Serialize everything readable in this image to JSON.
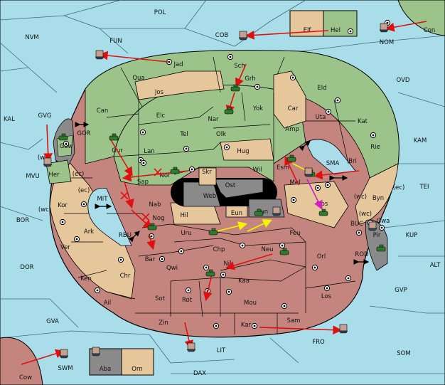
{
  "colors": {
    "sea": "#a8dde9",
    "green": "#9cc48a",
    "tan": "#e6c79c",
    "red": "#c4857e",
    "grey": "#8a8a8a",
    "arrow": "#e11010",
    "yellow_arrow": "#f4f400",
    "magenta_arrow": "#d020c0",
    "unit_green": "#2f7a2f"
  },
  "sea_labels": [
    "POL",
    "NVM",
    "FUN",
    "COB",
    "NOM",
    "Con",
    "OVD",
    "KAL",
    "GVG",
    "KAM",
    "GOR",
    "MVU",
    "SMA",
    "TEI",
    "MIT",
    "BOR",
    "RBU",
    "BUC",
    "KUP",
    "DOR",
    "ROD",
    "ALT",
    "GVP",
    "GVA",
    "FRO",
    "LIT",
    "SOM",
    "SWM",
    "DAX",
    "Cow"
  ],
  "land_labels": {
    "green": [
      "Jad",
      "Sch",
      "Qua",
      "Jos",
      "Grh",
      "Eld",
      "Can",
      "Elc",
      "Nar",
      "Yok",
      "Car",
      "Uta",
      "Kat",
      "Tel",
      "Olk",
      "Amp",
      "Lan",
      "Hug",
      "Bri",
      "Gur",
      "Wil",
      "Esm",
      "Nor",
      "Sap",
      "Her",
      "Elf",
      "Hel",
      "Gaw"
    ],
    "tan": [
      "Rie",
      "Byn",
      "Gwa",
      "Kor",
      "Ark",
      "Ver",
      "Chr",
      "Ail",
      "Hil",
      "Eun",
      "Obs",
      "Orn"
    ],
    "red": [
      "Nab",
      "Nog",
      "Uru",
      "Feu",
      "Bar",
      "Qwi",
      "Chp",
      "Neu",
      "Orl",
      "Ken",
      "Nil",
      "Kaa",
      "Sot",
      "Rot",
      "Mou",
      "Los",
      "Zin",
      "Kar",
      "Sam",
      "Mel",
      "Sun"
    ],
    "grey": [
      "Skr",
      "Ost",
      "Web",
      "Pir",
      "Aba"
    ]
  },
  "coast_tags": [
    "(wc)",
    "(ec)",
    "(ec)",
    "(wc)",
    "(ec)",
    "(wc)",
    "(wc)"
  ],
  "passage_arrows": 6
}
